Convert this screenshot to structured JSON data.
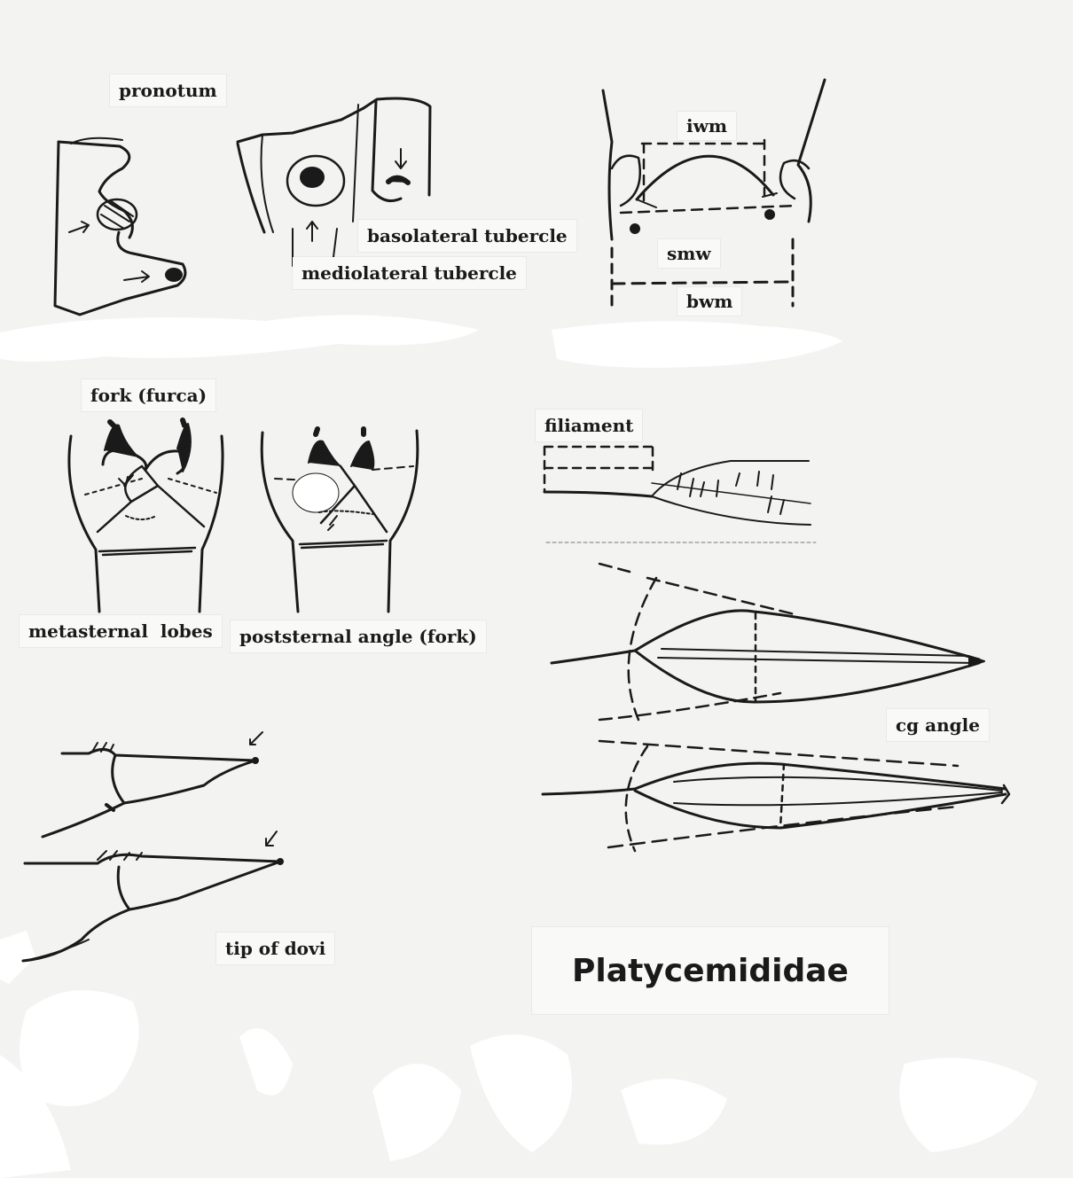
{
  "labels": {
    "pronotum": "pronotum",
    "basolateral_tubercle": "basolateral tubercle",
    "mediolateral_tubercle": "mediolateral tubercle",
    "iwm": "iwm",
    "smw": "smw",
    "bwm": "bwm",
    "fork_furca": "fork (furca)",
    "filiament": "filiament",
    "metasternal_lobes": "metasternal  lobes",
    "poststernal_angle": "poststernal angle (fork)",
    "cg_angle": "cg angle",
    "tip_of_dovi": "tip of dovi",
    "title": "Platycemididae"
  },
  "colors": {
    "paper": "#f3f3f1",
    "ink": "#1a1a1a",
    "label_paper": "#f9f9f7",
    "correction_fluid": "#ffffff"
  }
}
